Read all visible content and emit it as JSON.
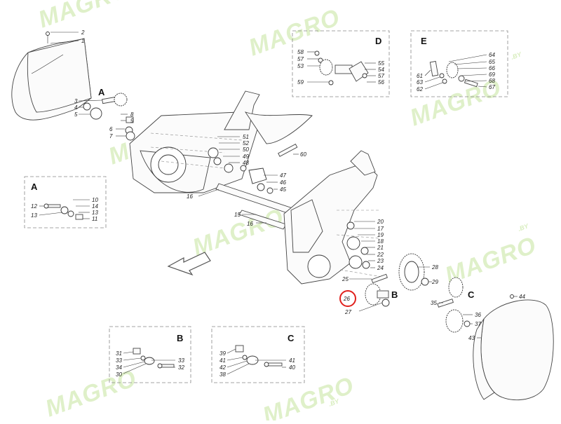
{
  "watermark": {
    "brand": "MAGRO",
    "tld": ".BY"
  },
  "insets": [
    {
      "id": "D",
      "title": "D",
      "labels": [
        "58",
        "57",
        "53",
        "59",
        "55",
        "54",
        "57",
        "56"
      ]
    },
    {
      "id": "E",
      "title": "E",
      "labels": [
        "64",
        "65",
        "66",
        "69",
        "68",
        "67",
        "61",
        "63",
        "62"
      ]
    },
    {
      "id": "A",
      "title": "A",
      "labels": [
        "12",
        "13",
        "10",
        "14",
        "13",
        "11"
      ]
    },
    {
      "id": "B",
      "title": "B",
      "labels": [
        "31",
        "33",
        "34",
        "30",
        "33",
        "32"
      ]
    },
    {
      "id": "C",
      "title": "C",
      "labels": [
        "39",
        "41",
        "42",
        "38",
        "41",
        "40"
      ]
    }
  ],
  "callouts": {
    "A": "A",
    "B": "B",
    "C": "C"
  },
  "part_numbers": [
    "2",
    "1",
    "3",
    "4",
    "5",
    "8",
    "9",
    "6",
    "7",
    "51",
    "52",
    "50",
    "49",
    "48",
    "60",
    "47",
    "46",
    "45",
    "16",
    "15",
    "16",
    "20",
    "17",
    "19",
    "18",
    "21",
    "22",
    "23",
    "24",
    "25",
    "28",
    "29",
    "26",
    "27",
    "35",
    "36",
    "37",
    "44",
    "43"
  ],
  "highlight": {
    "label": "26",
    "color": "#e0201c"
  },
  "colors": {
    "watermark": "#b9e08a",
    "line": "#333333",
    "highlight": "#e0201c"
  }
}
